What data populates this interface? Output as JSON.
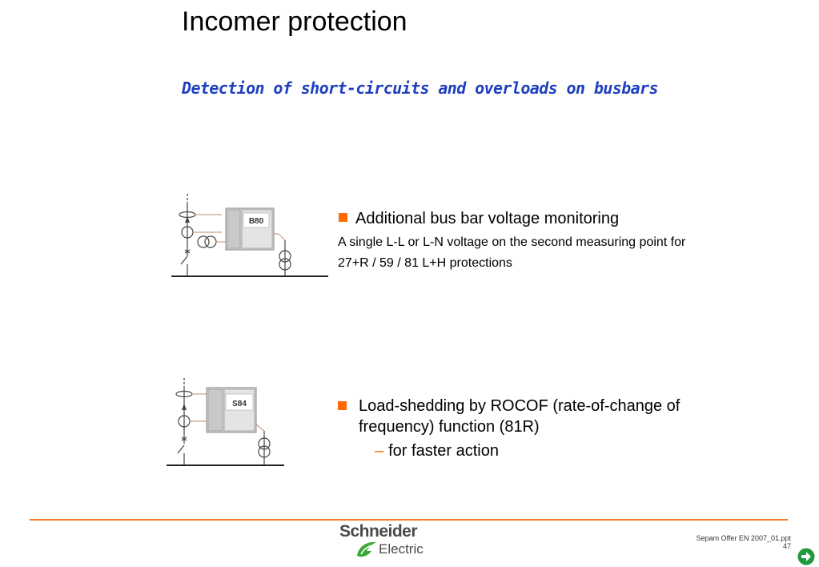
{
  "slide": {
    "title": "Incomer protection",
    "subtitle": "Detection of short-circuits and overloads on busbars"
  },
  "diagram_top": {
    "relay_label": "B80"
  },
  "block_top": {
    "heading": "Additional bus bar voltage monitoring",
    "body_line1": "A single L-L or L-N voltage on the second measuring point for",
    "body_line2": "27+R / 59 / 81 L+H protections"
  },
  "diagram_bottom": {
    "relay_label": "S84"
  },
  "block_bottom": {
    "heading_line1": "Load-shedding by ROCOF (rate-of-change of",
    "heading_line2": "frequency) function (81R)",
    "sub_dash": "–",
    "sub_item": "for faster action"
  },
  "footer": {
    "logo_line1": "Schneider",
    "logo_line2": "Electric",
    "filename": "Sepam Offer EN 2007_01.ppt",
    "page_number": "47"
  },
  "icons": {
    "bullet": "orange-square",
    "next": "green-arrow-right-circle"
  },
  "colors": {
    "accent": "#ff6a00",
    "subtitle": "#1f3fbf",
    "footer_line": "#f27a2a",
    "next_button": "#1e9a3c"
  }
}
